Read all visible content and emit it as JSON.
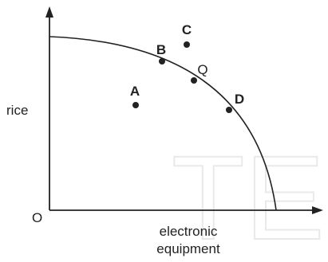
{
  "labels": {
    "y_axis": "rice",
    "x_axis_line1": "electronic",
    "x_axis_line2": "equipment",
    "origin": "O"
  },
  "points": [
    {
      "label": "A",
      "on_curve": false
    },
    {
      "label": "B",
      "on_curve": true
    },
    {
      "label": "C",
      "on_curve": false
    },
    {
      "label": "Q",
      "on_curve": true
    },
    {
      "label": "D",
      "on_curve": true
    }
  ],
  "watermark": "TE",
  "colors": {
    "ink": "#222222",
    "watermark": "#e9e9e9"
  }
}
